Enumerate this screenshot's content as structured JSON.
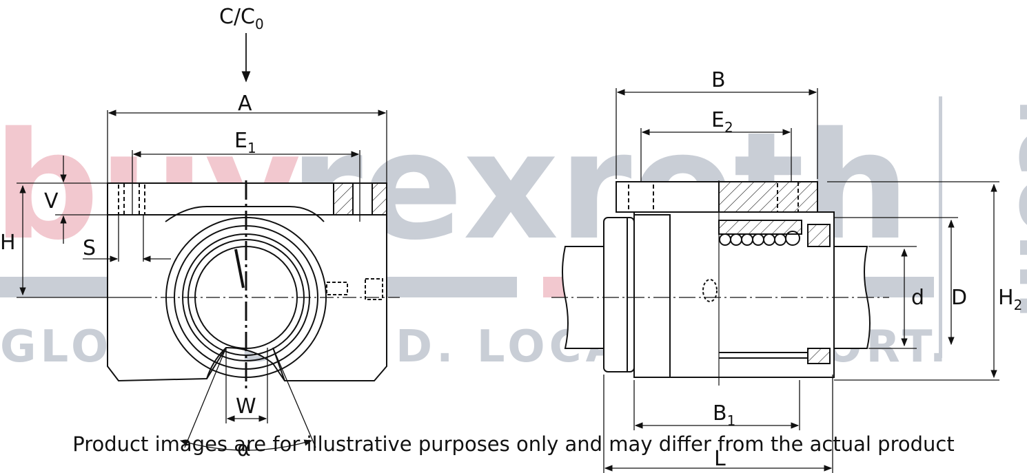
{
  "watermark": {
    "brand_red": "buy",
    "brand_gray": "rexroth",
    "tld": ".com",
    "tagline": "GLOBAL BRAND. LOCAL SUPPORT.",
    "color_red": "#f2c8cf",
    "color_gray": "#c9ced6"
  },
  "labels": {
    "load": "C/C",
    "load_sub": "0",
    "A": "A",
    "E1": "E",
    "E1_sub": "1",
    "V": "V",
    "H": "H",
    "S": "S",
    "W": "W",
    "alpha": "α",
    "B": "B",
    "E2": "E",
    "E2_sub": "2",
    "d": "d",
    "D": "D",
    "H2": "H",
    "H2_sub": "2",
    "B1": "B",
    "B1_sub": "1",
    "L": "L"
  },
  "disclaimer": "Product images are for illustrative purposes only and may differ from the actual product"
}
